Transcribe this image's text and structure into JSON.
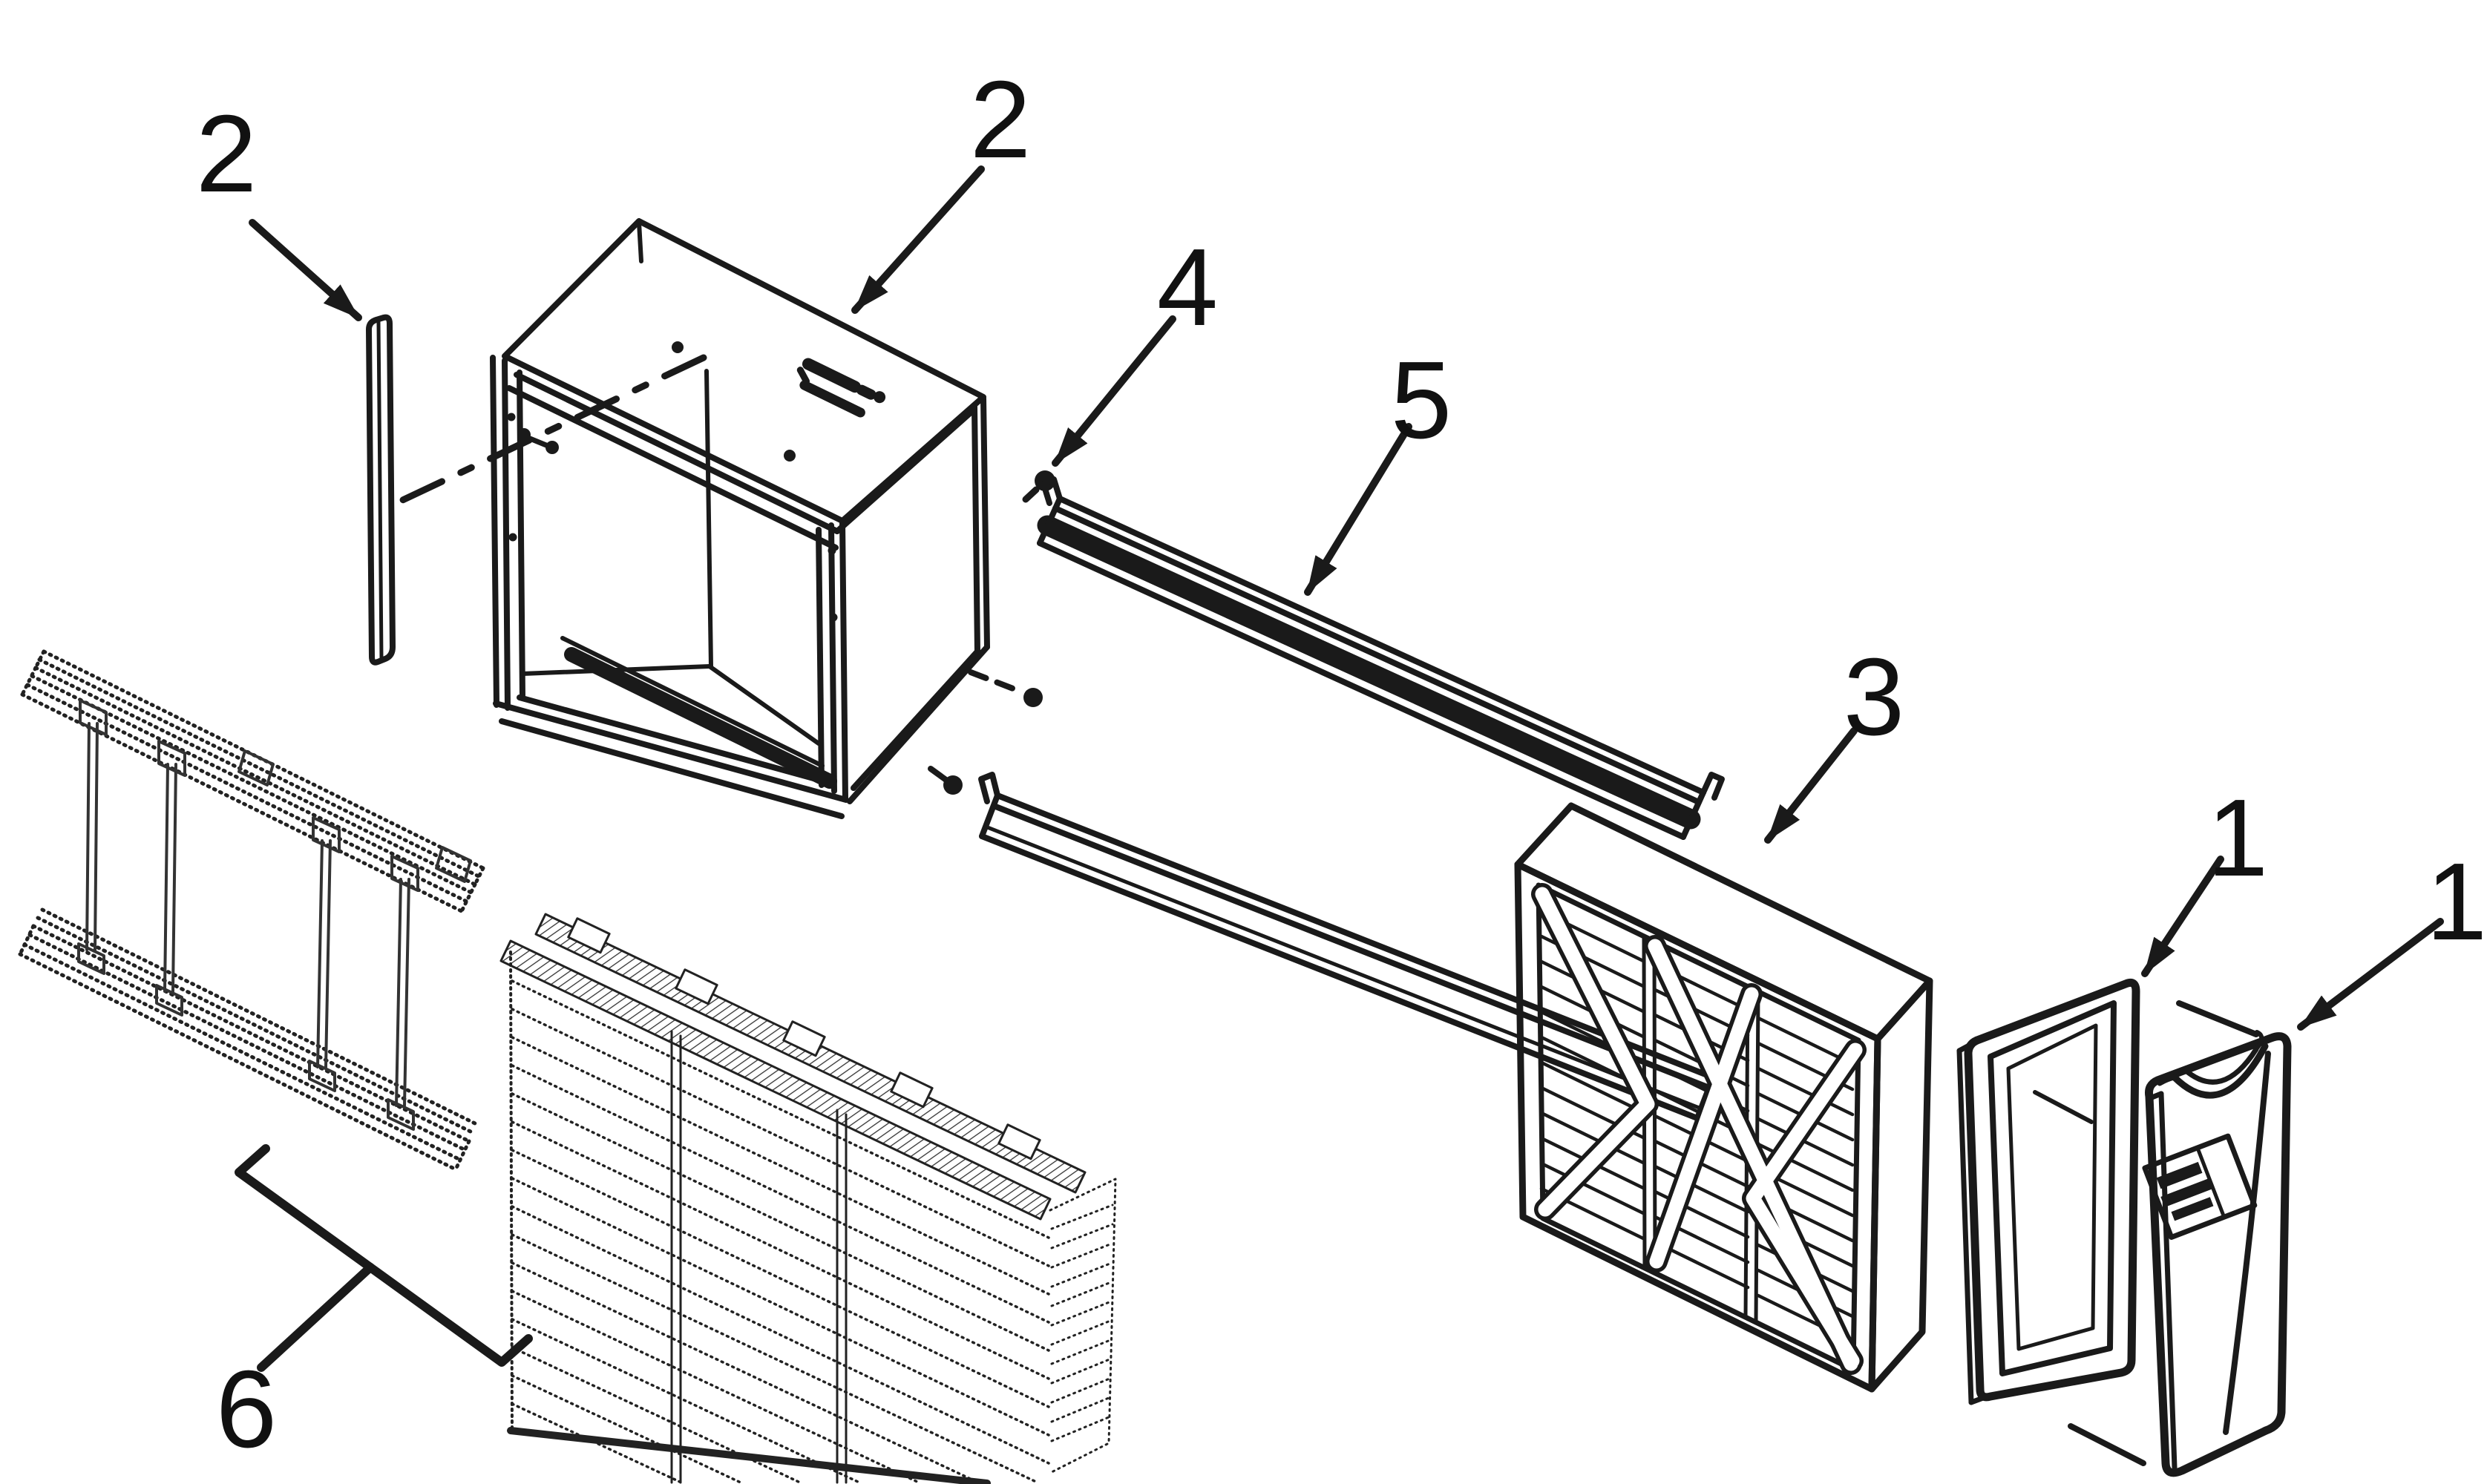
{
  "diagram": {
    "type": "exploded-parts-diagram",
    "background_color": "#ffffff",
    "line_color": "#1a1a1a",
    "callouts": {
      "c2_left": {
        "text": "2"
      },
      "c2_top": {
        "text": "2"
      },
      "c4": {
        "text": "4"
      },
      "c5": {
        "text": "5"
      },
      "c3": {
        "text": "3"
      },
      "c1_gasket": {
        "text": "1"
      },
      "c1_door": {
        "text": "1"
      },
      "c6": {
        "text": "6"
      }
    }
  }
}
